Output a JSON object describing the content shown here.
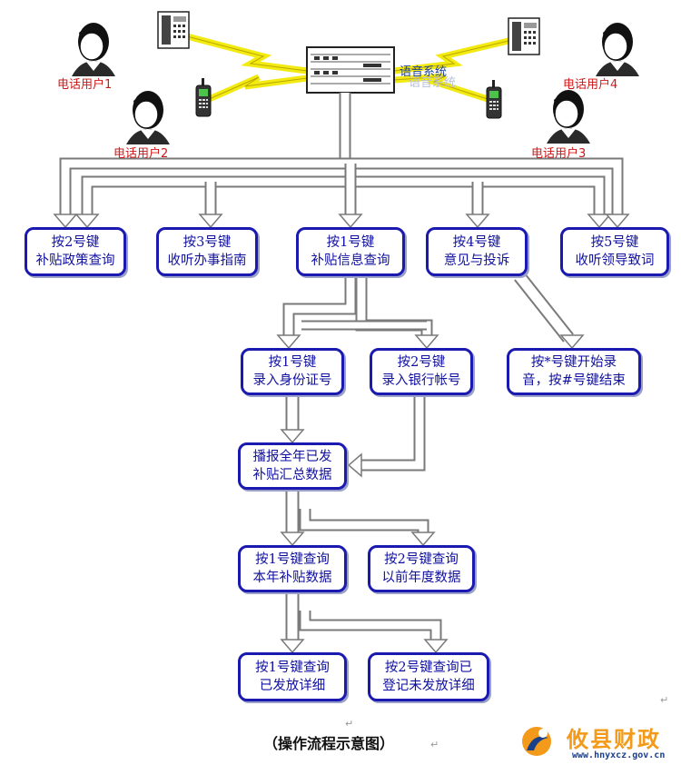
{
  "users": [
    {
      "label": "电话用户1"
    },
    {
      "label": "电话用户2"
    },
    {
      "label": "电话用户3"
    },
    {
      "label": "电话用户4"
    }
  ],
  "system_label": "语音系统",
  "nodes": {
    "key2_policy": {
      "line1": "按2号键",
      "line2": "补贴政策查询"
    },
    "key3_guide": {
      "line1": "按3号键",
      "line2": "收听办事指南"
    },
    "key1_info": {
      "line1": "按1号键",
      "line2": "补贴信息查询"
    },
    "key4_complaint": {
      "line1": "按4号键",
      "line2": "意见与投诉"
    },
    "key5_speech": {
      "line1": "按5号键",
      "line2": "收听领导致词"
    },
    "key1_id": {
      "line1": "按1号键",
      "line2": "录入身份证号"
    },
    "key2_bank": {
      "line1": "按2号键",
      "line2": "录入银行帐号"
    },
    "record": {
      "line1": "按*号键开始录",
      "line2": "音，按#号键结束"
    },
    "broadcast": {
      "line1": "播报全年已发",
      "line2": "补贴汇总数据"
    },
    "key1_thisyear": {
      "line1": "按1号键查询",
      "line2": "本年补贴数据"
    },
    "key2_prevyear": {
      "line1": "按2号键查询",
      "line2": "以前年度数据"
    },
    "key1_issued": {
      "line1": "按1号键查询",
      "line2": "已发放详细"
    },
    "key2_unissued": {
      "line1": "按2号键查询已",
      "line2": "登记未发放详细"
    }
  },
  "caption": "（操作流程示意图）",
  "watermark": {
    "title": "攸县财政",
    "url": "www.hnyxcz.gov.cn"
  },
  "colors": {
    "box_border": "#1a1ab0",
    "box_text": "#1010a0",
    "user_label": "#d01818",
    "lightning": "#f2ea10",
    "arrow_outline": "#7a7a7a",
    "brand_orange": "#f39a1a",
    "brand_blue": "#1c3f8a"
  }
}
